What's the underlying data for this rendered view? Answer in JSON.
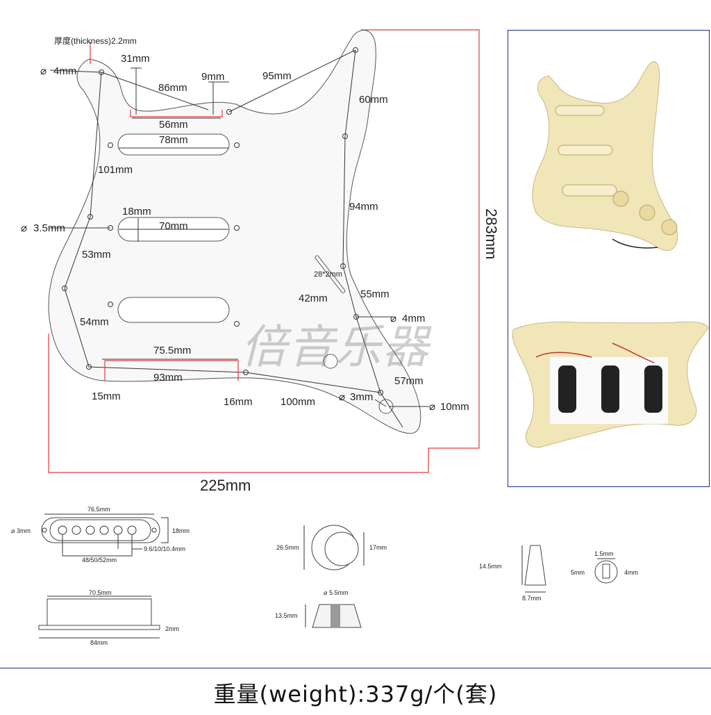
{
  "labels": {
    "thickness": "厚度(thickness)2.2mm",
    "d4_top": "4mm",
    "w31": "31mm",
    "w9": "9mm",
    "w86": "86mm",
    "w95": "95mm",
    "w60": "60mm",
    "w56": "56mm",
    "w78": "78mm",
    "w101": "101mm",
    "w94": "94mm",
    "w18": "18mm",
    "w70": "70mm",
    "d35": "3.5mm",
    "w53": "53mm",
    "slot": "28*2mm",
    "w42": "42mm",
    "w55": "55mm",
    "d4_right": "4mm",
    "w54": "54mm",
    "w755": "75.5mm",
    "w93": "93mm",
    "w57": "57mm",
    "w15": "15mm",
    "w16": "16mm",
    "w100": "100mm",
    "d3": "3mm",
    "d10": "10mm",
    "height": "283mm",
    "width": "225mm"
  },
  "parts": {
    "pickup_top": {
      "len": "76.5mm",
      "hole": "3mm",
      "h": "18mm",
      "spacing": "48/50/52mm",
      "pole": "9.6/10/10.4mm"
    },
    "pickup_side": {
      "len": "70.5mm",
      "base": "84mm",
      "t": "2mm"
    },
    "knob_top": {
      "outer": "26.5mm",
      "inner": "17mm"
    },
    "knob_side": {
      "hole": "5.5mm",
      "h": "13.5mm"
    },
    "tip_side": {
      "h": "14.5mm",
      "w": "8.7mm"
    },
    "tip_top": {
      "a": "1.5mm",
      "b": "5mm",
      "c": "4mm"
    }
  },
  "watermark": "倍音乐器",
  "weight": "重量(weight):337g/个(套)",
  "colors": {
    "red_line": "#e23a3a",
    "frame": "#1f2a80",
    "cream": "#f1e6b8"
  }
}
